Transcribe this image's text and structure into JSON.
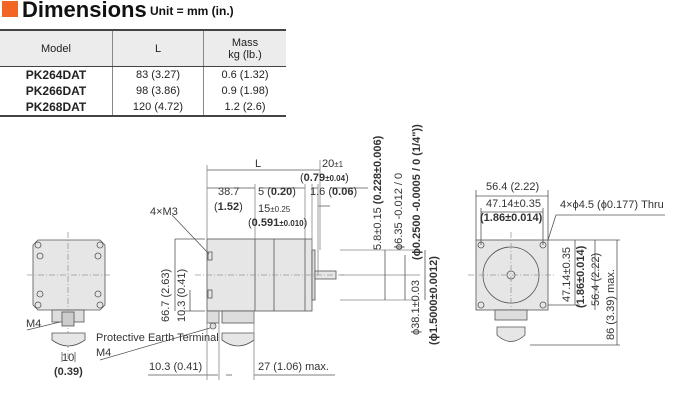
{
  "header": {
    "title": "Dimensions",
    "unit": "Unit = mm (in.)",
    "accent_color": "#f26522"
  },
  "table": {
    "columns": [
      "Model",
      "L",
      "Mass",
      "kg (lb.)"
    ],
    "rows": [
      {
        "model": "PK264DAT",
        "l": "83 (3.27)",
        "mass": "0.6 (1.32)"
      },
      {
        "model": "PK266DAT",
        "l": "98 (3.86)",
        "mass": "0.9 (1.98)"
      },
      {
        "model": "PK268DAT",
        "l": "120 (4.72)",
        "mass": "1.2 (2.6)"
      }
    ]
  },
  "drawing": {
    "L": "L",
    "d20": "20",
    "d20_tol": "±1",
    "d20_in": "0.79",
    "d20_in_tol": "±0.04",
    "d38_7": "38.7",
    "d38_7_in": "1.52",
    "d5": "5",
    "d5_in": "0.20",
    "d1_6": "1.6",
    "d1_6_in": "0.06",
    "d15": "15",
    "d15_tol": "±0.25",
    "d15_in": "0.591",
    "d15_in_tol": "±0.010",
    "m3": "4×M3",
    "d5_8": "5.8±0.15",
    "d5_8_in": "(0.228±0.006)",
    "phi6_35": "ϕ6.35 -0.012 / 0",
    "phi0_25": "(ϕ0.2500 -0.0005 / 0 (1/4\"))",
    "phi38_1": "ϕ38.1±0.03",
    "phi1_5": "(ϕ1.5000±0.0012)",
    "d66_7": "66.7 (2.63)",
    "d10_3v": "10.3 (0.41)",
    "pe_label": "Protective Earth Terminal",
    "pe_m4": "M4",
    "m4": "M4",
    "d10": "10",
    "d10_in": "(0.39)",
    "d10_3": "10.3 (0.41)",
    "d27": "27 (1.06) max.",
    "d56_4": "56.4 (2.22)",
    "d47_14": "47.14±0.35",
    "d47_14_in": "(1.86±0.014)",
    "holes": "4×ϕ4.5 (ϕ0.177) Thru",
    "d47_14v": "47.14±0.35",
    "d47_14v_in": "(1.86±0.014)",
    "d56_4v": "56.4 (2.22)",
    "d86": "86 (3.39) max."
  }
}
